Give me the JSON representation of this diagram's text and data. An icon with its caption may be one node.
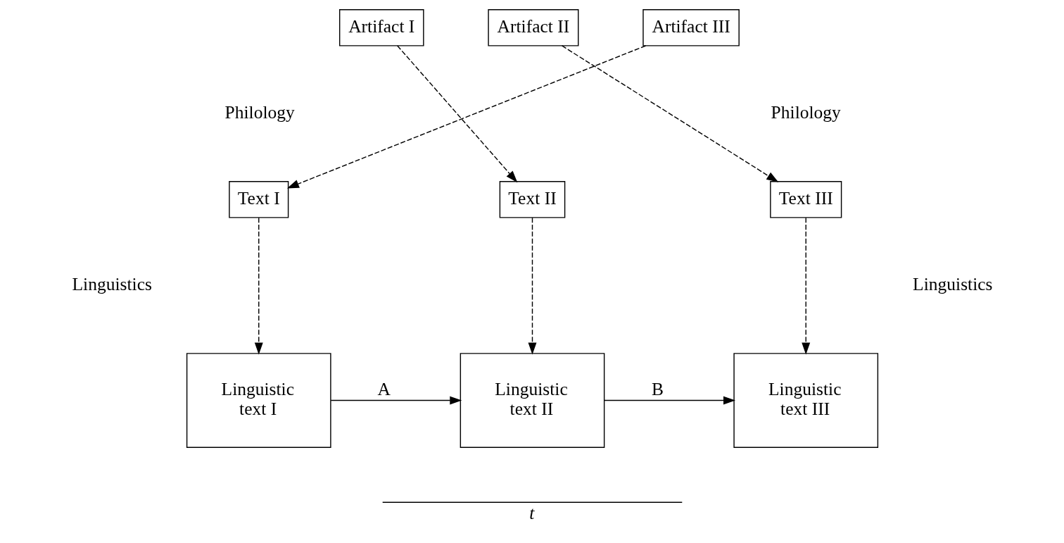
{
  "diagram": {
    "nodes": [
      {
        "text": [
          "Artifact I"
        ]
      },
      {
        "text": [
          "Artifact II"
        ]
      },
      {
        "text": [
          "Artifact III"
        ]
      },
      {
        "text": [
          "Text I"
        ]
      },
      {
        "text": [
          "Text II"
        ]
      },
      {
        "text": [
          "Text III"
        ]
      },
      {
        "text": [
          "Linguistic text I"
        ]
      },
      {
        "text": [
          "Linguistic text II"
        ]
      },
      {
        "text": [
          "Linguistic text III"
        ]
      }
    ],
    "edges": [
      {
        "from": 0,
        "to": 4,
        "arrow": "to",
        "style": "dashed"
      },
      {
        "from": 2,
        "to": 3,
        "arrow": "to",
        "style": "dashed"
      },
      {
        "from": 1,
        "to": 5,
        "arrow": "to",
        "style": "dashed"
      },
      {
        "from": 3,
        "to": 6,
        "arrow": "to",
        "style": "dashed"
      },
      {
        "from": 4,
        "to": 7,
        "arrow": "to",
        "style": "dashed"
      },
      {
        "from": 5,
        "to": 8,
        "arrow": "to",
        "style": "dashed"
      },
      {
        "from": 6,
        "to": 7,
        "arrow": "to",
        "label": "A"
      },
      {
        "from": 7,
        "to": 8,
        "arrow": "to",
        "label": "B"
      }
    ],
    "labels": [
      "Philology",
      "Philology",
      "Linguistics",
      "Linguistics",
      "t"
    ]
  }
}
